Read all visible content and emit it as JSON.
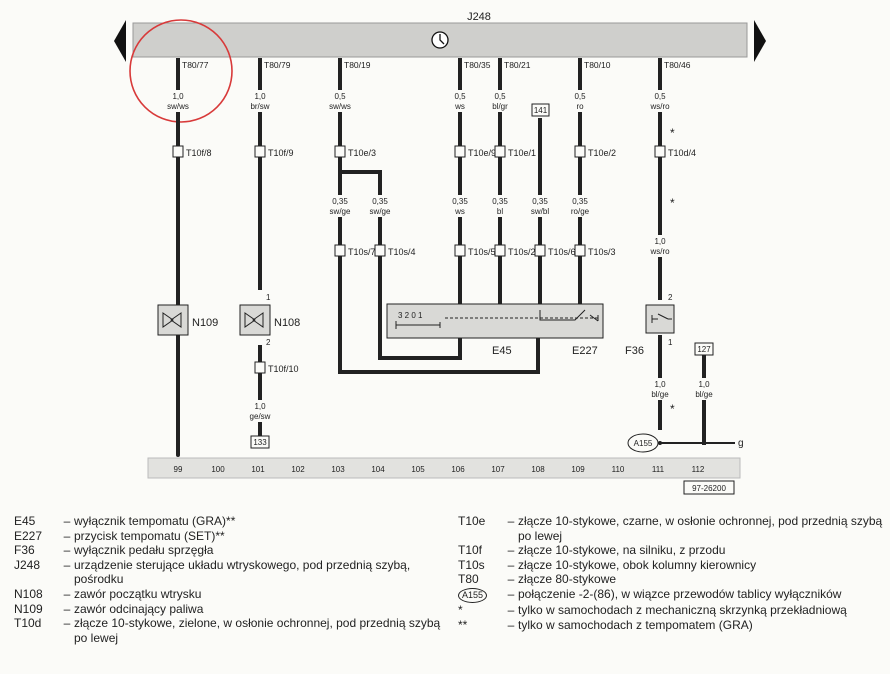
{
  "diagram": {
    "title": "J248",
    "control_unit_icon": "clock-icon",
    "accent_circle_color": "#d83a3a",
    "wires": [
      {
        "id": "w99",
        "pin": "T80/77",
        "gauge": "1,0",
        "color": "sw/ws",
        "conn": "T10f/8",
        "terminal": "99"
      },
      {
        "id": "w101",
        "pin": "T80/79",
        "gauge": "1,0",
        "color": "br/sw",
        "conn": "T10f/9",
        "terminal": "101"
      },
      {
        "id": "w103",
        "pin": "T80/19",
        "gauge": "0,5",
        "color": "sw/ws",
        "conn": "T10e/3"
      },
      {
        "id": "w106",
        "pin": "T80/35",
        "gauge": "0,5",
        "color": "ws",
        "conn": "T10e/9",
        "gauge2": "0,35",
        "color2": "ws",
        "conn2": "T10s/5"
      },
      {
        "id": "w107",
        "pin": "T80/21",
        "gauge": "0,5",
        "color": "bl/gr",
        "conn": "T10e/1",
        "gauge2": "0,35",
        "color2": "bl",
        "conn2": "T10s/2"
      },
      {
        "id": "w109",
        "pin": "T80/10",
        "gauge": "0,5",
        "color": "ro",
        "conn": "T10e/2",
        "gauge2": "0,35",
        "color2": "ro/ge",
        "conn2": "T10s/3"
      },
      {
        "id": "w111",
        "pin": "T80/46",
        "gauge": "0,5",
        "color": "ws/ro",
        "conn": "T10d/4",
        "gauge2": "1,0",
        "color2": "ws/ro"
      }
    ],
    "split_wires": [
      {
        "gauge": "0,35",
        "color": "sw/ge",
        "conn": "T10s/7"
      },
      {
        "gauge": "0,35",
        "color": "sw/ge",
        "conn": "T10s/4"
      }
    ],
    "wire_108": {
      "ref": "141",
      "gauge": "0,35",
      "color": "sw/bl",
      "conn": "T10s/6"
    },
    "components": {
      "n109": "N109",
      "n108": "N108",
      "e45": "E45",
      "e227": "E227",
      "f36": "F36",
      "switch_positions": "3 2 0 1",
      "n108_pin_top": "1",
      "n108_pin_bottom": "2",
      "f36_pin_top": "2",
      "f36_pin_bottom": "1"
    },
    "n108_out": {
      "conn": "T10f/10",
      "gauge": "1,0",
      "color": "ge/sw",
      "ref": "133"
    },
    "f36_out": {
      "gauge": "1,0",
      "color": "bl/ge"
    },
    "wire_112": {
      "ref": "127",
      "gauge": "1,0",
      "color": "bl/ge"
    },
    "star_mark": "*",
    "a155_label": "A155",
    "ground_label": "g",
    "terminals": [
      "99",
      "100",
      "101",
      "102",
      "103",
      "104",
      "105",
      "106",
      "107",
      "108",
      "109",
      "110",
      "111",
      "112"
    ],
    "drawing_number": "97-26200"
  },
  "legend_left": [
    {
      "code": "E45",
      "desc": "wyłącznik tempomatu (GRA)**"
    },
    {
      "code": "E227",
      "desc": "przycisk tempomatu (SET)**"
    },
    {
      "code": "F36",
      "desc": "wyłącznik pedału sprzęgła"
    },
    {
      "code": "J248",
      "desc": "urządzenie sterujące układu wtryskowego, pod przednią szybą, pośrodku"
    },
    {
      "code": "N108",
      "desc": "zawór początku wtrysku"
    },
    {
      "code": "N109",
      "desc": "zawór odcinający paliwa"
    },
    {
      "code": "T10d",
      "desc": "złącze 10-stykowe, zielone, w osłonie ochronnej, pod przednią szybą po lewej"
    }
  ],
  "legend_right": [
    {
      "code": "T10e",
      "desc": "złącze 10-stykowe, czarne, w osłonie ochronnej, pod przednią szybą po lewej"
    },
    {
      "code": "T10f",
      "desc": "złącze 10-stykowe, na silniku, z przodu"
    },
    {
      "code": "T10s",
      "desc": "złącze 10-stykowe, obok kolumny kierownicy"
    },
    {
      "code": "T80",
      "desc": "złącze 80-stykowe"
    },
    {
      "code": "A155",
      "desc": "połączenie -2-(86), w wiązce przewodów tablicy wyłączników"
    },
    {
      "code": "*",
      "desc": "tylko w samochodach z mechaniczną skrzynką przekładniową"
    },
    {
      "code": "**",
      "desc": "tylko w samochodach z tempomatem (GRA)"
    }
  ]
}
